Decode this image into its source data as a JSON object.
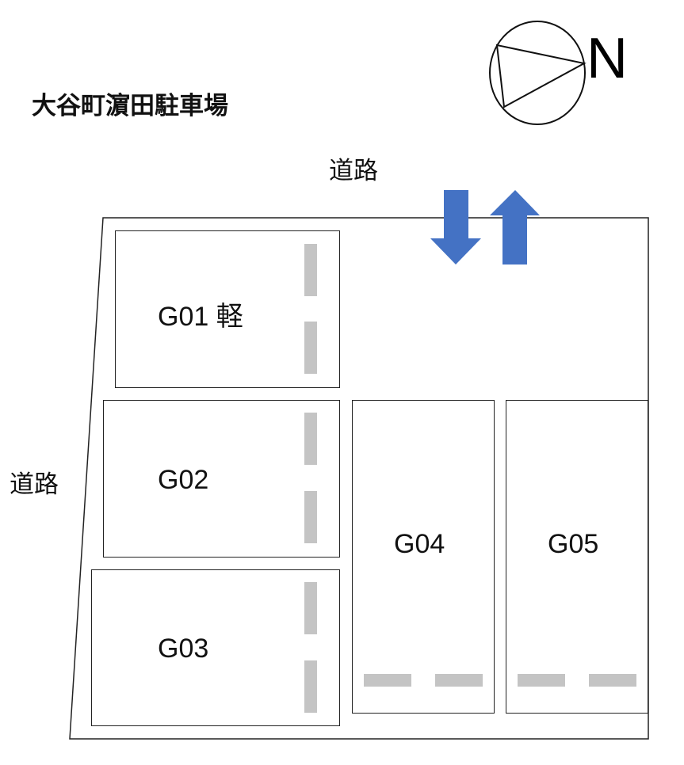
{
  "title": "大谷町濵田駐車場",
  "compass": {
    "label": "N"
  },
  "roads": {
    "top": "道路",
    "left": "道路"
  },
  "arrows": {
    "color": "#4472C4",
    "directions": [
      "in-down",
      "out-up"
    ]
  },
  "stalls": [
    {
      "id": "G01",
      "label": "G01 軽"
    },
    {
      "id": "G02",
      "label": "G02"
    },
    {
      "id": "G03",
      "label": "G03"
    },
    {
      "id": "G04",
      "label": "G04"
    },
    {
      "id": "G05",
      "label": "G05"
    }
  ],
  "colors": {
    "outline": "#222222",
    "stall_marking": "#C4C4C4",
    "arrow": "#4472C4"
  }
}
